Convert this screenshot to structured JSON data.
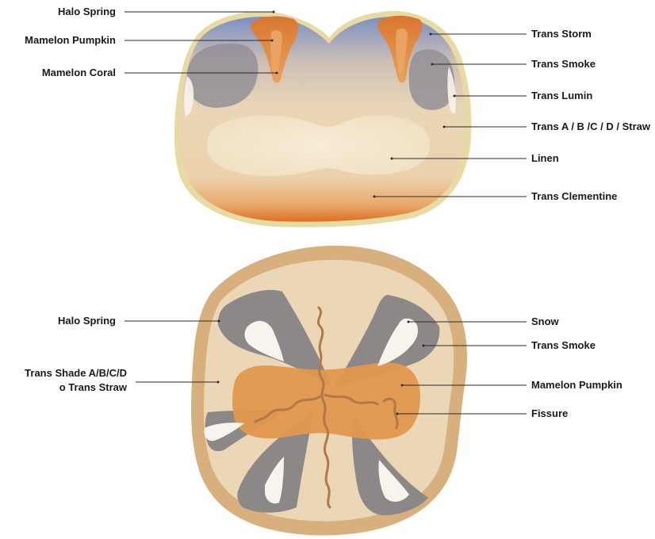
{
  "diagram": {
    "top_labels": {
      "halo_spring": "Halo Spring",
      "mamelon_pumpkin": "Mamelon Pumpkin",
      "mamelon_coral": "Mamelon Coral",
      "trans_storm": "Trans Storm",
      "trans_smoke": "Trans Smoke",
      "trans_lumin": "Trans Lumin",
      "trans_abcd_straw": "Trans A / B /C / D / Straw",
      "linen": "Linen",
      "trans_clementine": "Trans Clementine"
    },
    "bottom_labels": {
      "halo_spring": "Halo Spring",
      "trans_shade_line1": "Trans Shade A/B/C/D",
      "trans_shade_line2": "o Trans Straw",
      "snow": "Snow",
      "trans_smoke": "Trans Smoke",
      "mamelon_pumpkin": "Mamelon Pumpkin",
      "fissure": "Fissure"
    },
    "colors": {
      "halo": "#e6d9a3",
      "enamel": "#ecd7b5",
      "linen": "#f5e8cf",
      "pumpkin": "#e0954a",
      "storm": "#7f93c4",
      "smoke": "#8f8a8c",
      "clementine": "#e07a2a",
      "snow": "#f6f3ef",
      "fissure": "#b07a4f",
      "outer_rim": "#d9b07c"
    }
  }
}
